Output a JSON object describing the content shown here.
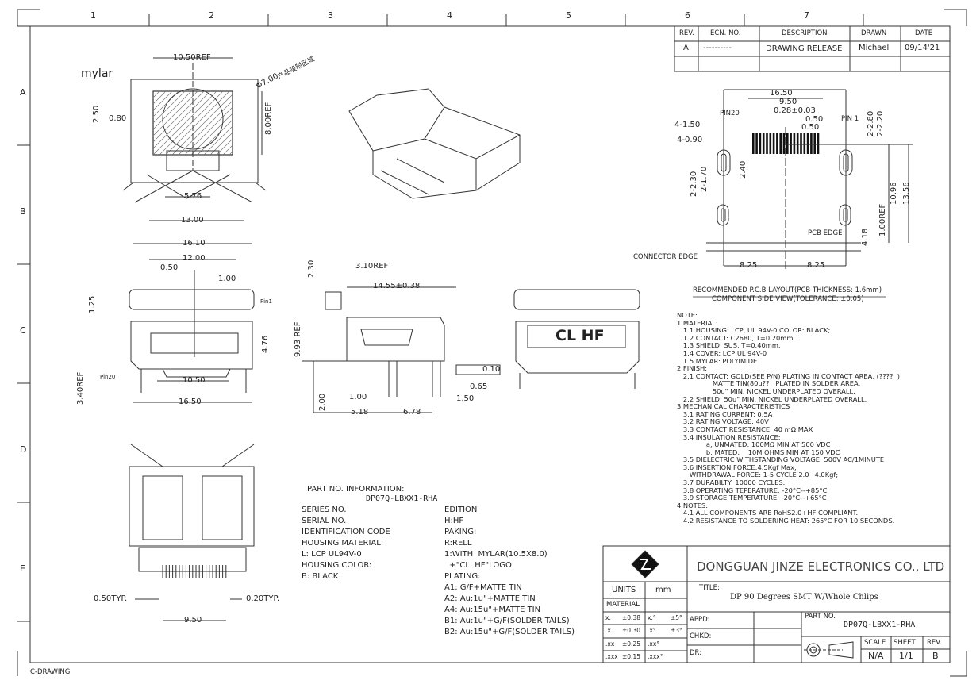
{
  "zones": {
    "cols": [
      "1",
      "2",
      "3",
      "4",
      "5",
      "6",
      "7"
    ],
    "rows": [
      "A",
      "B",
      "C",
      "D",
      "E"
    ]
  },
  "revision_table": {
    "headers": [
      "REV.",
      "ECN. NO.",
      "DESCRIPTION",
      "DRAWN",
      "DATE"
    ],
    "row": [
      "A",
      "----------",
      "DRAWING RELEASE",
      "Michael",
      "09/14'21"
    ]
  },
  "top_view": {
    "labels": [
      "10.50REF",
      "mylar",
      "Φ7.00",
      "产品吸附区域",
      "2.50",
      "0.80",
      "8.00REF",
      "5.76",
      "13.00"
    ]
  },
  "front_view": {
    "labels": [
      "16.10",
      "12.00",
      "0.50",
      "1.00",
      "1.25",
      "Pin1",
      "4.76",
      "Pin20",
      "10.50",
      "3.40REF",
      "16.50"
    ]
  },
  "side_view": {
    "labels": [
      "2.30",
      "3.10REF",
      "14.55±0.38",
      "9.93 REF",
      "0.10",
      "0.65",
      "1.50",
      "2.00",
      "1.00",
      "5.18",
      "6.78"
    ]
  },
  "rear_view": {
    "logo": "CL HF"
  },
  "bottom_view": {
    "labels": [
      "0.50TYP.",
      "0.20TYP.",
      "9.50"
    ]
  },
  "pcb_layout": {
    "labels": [
      "16.50",
      "9.50",
      "0.28±0.03",
      "0.50",
      "0.50",
      "PIN20",
      "PIN 1",
      "4-1.50",
      "4-0.90",
      "2-2.80",
      "2-2.20",
      "2.40",
      "2-2.30",
      "2-1.70",
      "10.96",
      "13.56",
      "1.00REF",
      "4.18",
      "PCB EDGE",
      "CONNECTOR EDGE",
      "8.25",
      "8.25"
    ],
    "title": "RECOMMENDED P.C.B LAYOUT(PCB THICKNESS: 1.6mm)",
    "subtitle": "COMPONENT SIDE VIEW(TOLERANCE: ±0.05)"
  },
  "notes": "NOTE:\n1.MATERIAL:\n   1.1 HOUSING: LCP, UL 94V-0,COLOR: BLACK;\n   1.2 CONTACT: C2680, T=0.20mm.\n   1.3 SHIELD: SUS, T=0.40mm.\n   1.4 COVER: LCP,UL 94V-0\n   1.5 MYLAR: POLYIMIDE\n2.FINISH:\n   2.1 CONTACT: GOLD(SEE P/N) PLATING IN CONTACT AREA, (????  )\n                 MATTE TIN(80u??   PLATED IN SOLDER AREA,\n                 50u\" MIN. NICKEL UNDERPLATED OVERALL.\n   2.2 SHIELD: 50u\" MIN. NICKEL UNDERPLATED OVERALL.\n3.MECHANICAL CHARACTERISTICS\n   3.1 RATING CURRENT: 0.5A\n   3.2 RATING VOLTAGE: 40V\n   3.3 CONTACT RESISTANCE: 40 mΩ MAX\n   3.4 INSULATION RESISTANCE:\n              a, UNMATED: 100MΩ MIN AT 500 VDC\n              b, MATED:    10M OHMS MIN AT 150 VDC\n   3.5 DIELECTRIC WITHSTANDING VOLTAGE: 500V AC/1MINUTE\n   3.6 INSERTION FORCE:4.5Kgf Max;\n      WITHDRAWAL FORCE: 1-5 CYCLE 2.0~4.0Kgf;\n   3.7 DURABILTY: 10000 CYCLES.\n   3.8 OPERATING TEPERATURE: -20°C--+85°C\n   3.9 STORAGE TEMPERATURE: -20°C--+65°C\n4.NOTES:\n   4.1 ALL COMPONENTS ARE RoHS2.0+HF COMPLIANT.\n   4.2 RESISTANCE TO SOLDERING HEAT: 265°C FOR 10 SECONDS.",
  "part_info": {
    "heading": "PART NO. INFORMATION:",
    "part_no": "DP07Q-LBXX1-RHA",
    "left": "SERIES NO.\nSERIAL NO.\nIDENTIFICATION CODE\nHOUSING MATERIAL:\nL: LCP UL94V-0\nHOUSING COLOR:\nB: BLACK",
    "right": "EDITION\nH:HF\nPAKING:\nR:RELL\n1:WITH  MYLAR(10.5X8.0)\n  +\"CL  HF\"LOGO\nPLATING:\nA1: G/F+MATTE TIN\nA2: Au:1u\"+MATTE TIN\nA4: Au:15u\"+MATTE TIN\nB1: Au:1u\"+G/F(SOLDER TAILS)\nB2: Au:15u\"+G/F(SOLDER TAILS)"
  },
  "title_block": {
    "company": "DONGGUAN  JINZE  ELECTRONICS  CO.,  LTD",
    "units_label": "UNITS",
    "units": "mm",
    "material_label": "MATERIAL",
    "title_label": "TITLE:",
    "title": "DP 90 Degrees SMT W/Whole Chlips",
    "tolerances": [
      [
        "x.",
        "±0.38",
        "x.°",
        "±5°"
      ],
      [
        ".x",
        "±0.30",
        ".x°",
        "±3°"
      ],
      [
        ".xx",
        "±0.25",
        ".xx°",
        ""
      ],
      [
        ".xxx",
        "±0.15",
        ".xxx°",
        ""
      ]
    ],
    "appd": "APPD:",
    "chkd": "CHKD:",
    "dr": "DR:",
    "part_no_label": "PART NO.",
    "part_no": "DP07Q-LBXX1-RHA",
    "scale_label": "SCALE",
    "sheet_label": "SHEET",
    "rev_label": "REV.",
    "scale": "N/A",
    "sheet": "1/1",
    "rev": "B"
  },
  "footer": "C-DRAWING"
}
